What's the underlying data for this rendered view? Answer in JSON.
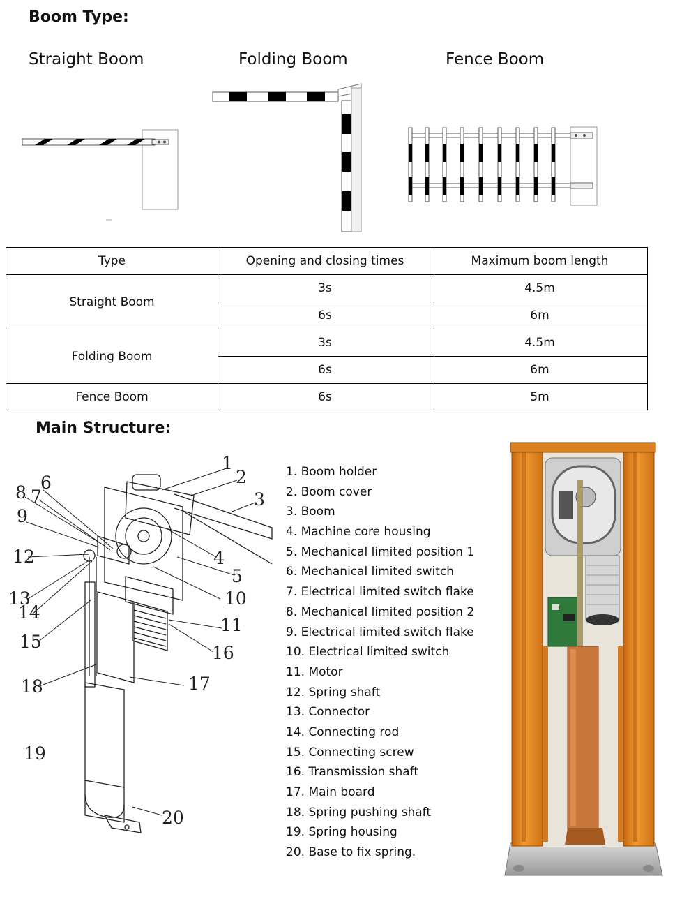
{
  "headings": {
    "boom_type": "Boom Type:",
    "main_structure": "Main Structure:"
  },
  "boom_types": [
    {
      "label": "Straight Boom"
    },
    {
      "label": "Folding Boom"
    },
    {
      "label": "Fence Boom"
    }
  ],
  "table": {
    "headers": [
      "Type",
      "Opening and closing times",
      "Maximum boom length"
    ],
    "groups": [
      {
        "type": "Straight Boom",
        "rows": [
          [
            "3s",
            "4.5m"
          ],
          [
            "6s",
            "6m"
          ]
        ]
      },
      {
        "type": "Folding Boom",
        "rows": [
          [
            "3s",
            "4.5m"
          ],
          [
            "6s",
            "6m"
          ]
        ]
      },
      {
        "type": "Fence Boom",
        "rows": [
          [
            "6s",
            "5m"
          ]
        ]
      }
    ]
  },
  "structure_parts": [
    "1. Boom holder",
    "2. Boom cover",
    "3. Boom",
    "4. Machine core housing",
    "5. Mechanical limited position 1",
    "6. Mechanical limited switch",
    "7. Electrical limited switch flake",
    "8. Mechanical limited position 2",
    "9. Electrical limited switch flake",
    "10. Electrical limited switch",
    "11. Motor",
    "12. Spring shaft",
    "13. Connector",
    "14. Connecting rod",
    "15. Connecting screw",
    "16. Transmission shaft",
    "17. Main board",
    "18. Spring pushing shaft",
    "19. Spring housing",
    "20. Base to fix spring."
  ],
  "diagram_numbers": [
    "1",
    "2",
    "3",
    "4",
    "5",
    "6",
    "7",
    "8",
    "9",
    "10",
    "11",
    "12",
    "13",
    "14",
    "15",
    "16",
    "17",
    "18",
    "19",
    "20"
  ],
  "colors": {
    "cabinet_orange": "#e8891f",
    "cabinet_dark_orange": "#b85d0c",
    "stripe_black": "#000000",
    "board_green": "#2f7a3a"
  }
}
